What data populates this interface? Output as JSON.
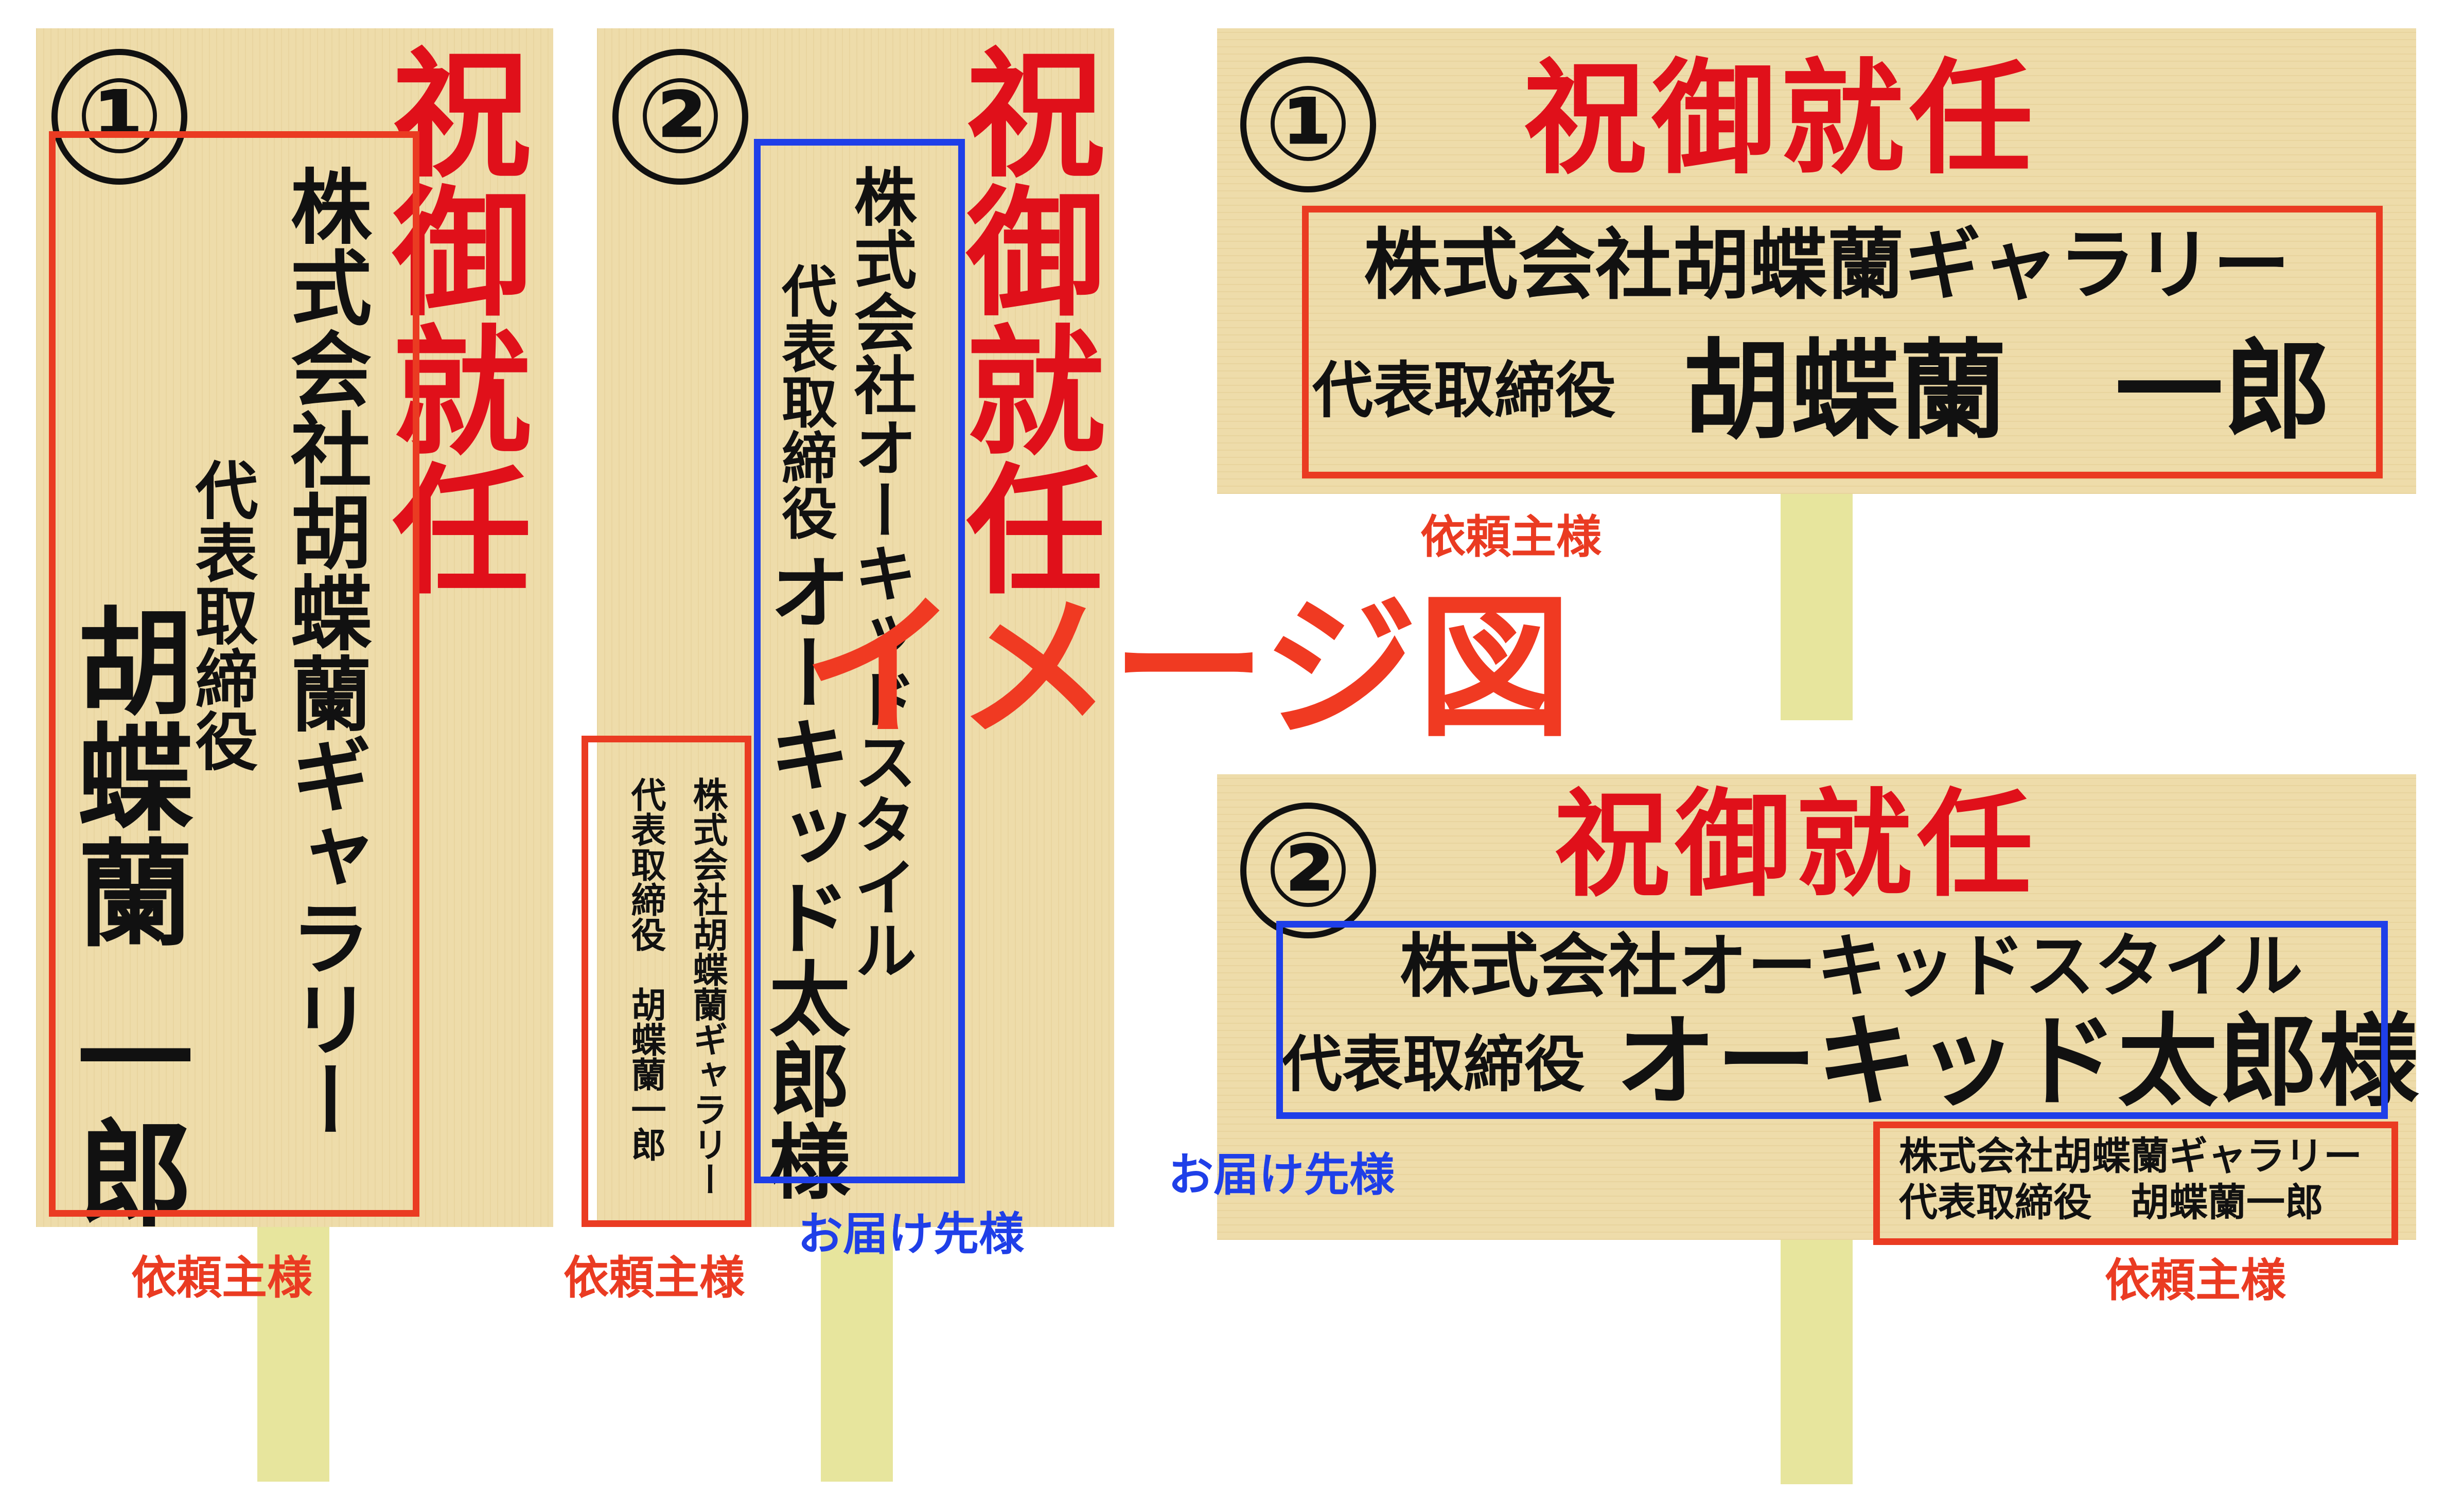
{
  "title_text": "祝御就任",
  "overlay_text": "イメージ図",
  "labels": {
    "requester": "依頼主様",
    "recipient": "お届け先様"
  },
  "boards": [
    {
      "number": "①",
      "company": "株式会社胡蝶蘭ギャラリー",
      "role": "代表取締役",
      "name_v": "胡蝶蘭",
      "name_v2": "一郎"
    },
    {
      "number": "②",
      "company": "株式会社オーキッドスタイル",
      "role": "代表取締役",
      "name": "オーキッド太郎様",
      "from_company": "株式会社胡蝶蘭ギャラリー",
      "from_line": "代表取締役　胡蝶蘭一郎"
    },
    {
      "number": "①",
      "company": "株式会社胡蝶蘭ギャラリー",
      "role": "代表取締役",
      "name": "胡蝶蘭　一郎"
    },
    {
      "number": "②",
      "company": "株式会社オーキッドスタイル",
      "role": "代表取締役",
      "name": "オーキッド太郎様",
      "from_company": "株式会社胡蝶蘭ギャラリー",
      "from_line": "代表取締役　胡蝶蘭一郎"
    }
  ]
}
